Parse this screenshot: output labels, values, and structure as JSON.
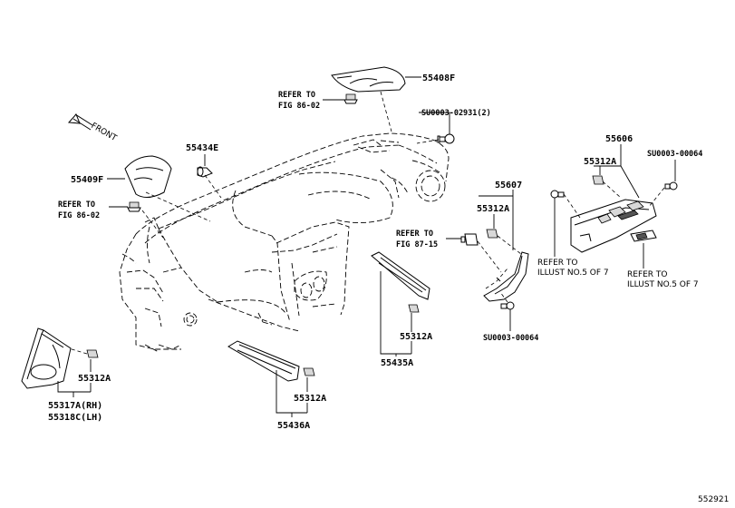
{
  "labels": {
    "p55408F": "55408F",
    "refer_fig_86_02_top_1": "REFER TO",
    "refer_fig_86_02_top_2": "FIG 86-02",
    "su0003_02931": "SU0003-02931(2)",
    "front": "FRONT",
    "p55434E": "55434E",
    "p55409F": "55409F",
    "refer_fig_86_02_left_1": "REFER TO",
    "refer_fig_86_02_left_2": "FIG 86-02",
    "p55606": "55606",
    "p55312A_right": "55312A",
    "su0003_00064_right": "SU0003-00064",
    "p55607": "55607",
    "p55312A_mid": "55312A",
    "refer_fig_87_15_1": "REFER TO",
    "refer_fig_87_15_2": "FIG 87-15",
    "refer_illust_left_1": "REFER TO",
    "refer_illust_left_2": "ILLUST NO.5 OF 7",
    "refer_illust_right_1": "REFER TO",
    "refer_illust_right_2": "ILLUST NO.5 OF 7",
    "su0003_00064_mid": "SU0003-00064",
    "p55312A_center": "55312A",
    "p55435A": "55435A",
    "p55312A_left": "55312A",
    "p55317A": "55317A(RH)",
    "p55318C": "55318C(LH)",
    "p55312A_bottom": "55312A",
    "p55436A": "55436A",
    "figure_id": "552921"
  }
}
